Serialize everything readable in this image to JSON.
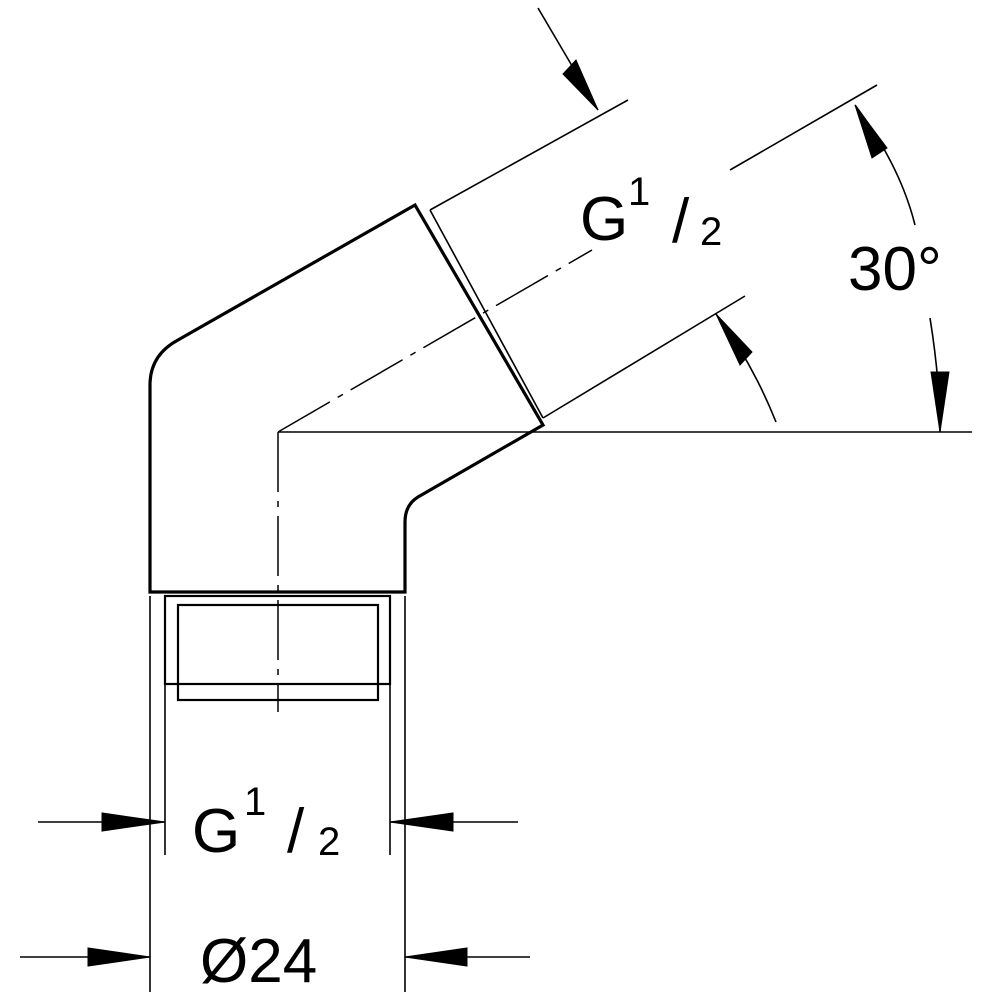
{
  "thread_top": {
    "letter": "G",
    "num": "1",
    "slash": "/",
    "den": "2"
  },
  "thread_bottom": {
    "letter": "G",
    "num": "1",
    "slash": "/",
    "den": "2"
  },
  "angle": "30°",
  "diameter": "Ø24"
}
